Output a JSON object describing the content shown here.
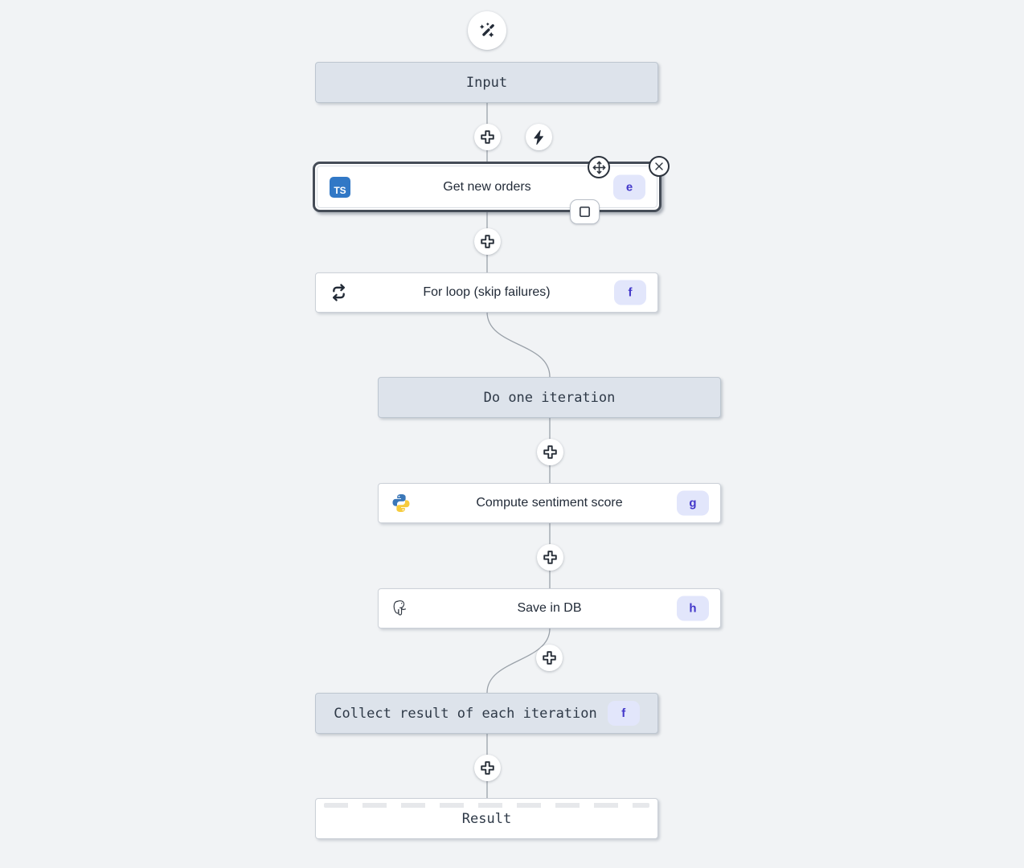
{
  "nodes": {
    "input": {
      "label": "Input"
    },
    "get_new_orders": {
      "label": "Get new orders",
      "badge": "e",
      "icon_text": "TS",
      "selected": true
    },
    "for_loop": {
      "label": "For loop (skip failures)",
      "badge": "f"
    },
    "do_one_iteration": {
      "label": "Do one iteration"
    },
    "compute_sentiment_score": {
      "label": "Compute sentiment score",
      "badge": "g"
    },
    "save_in_db": {
      "label": "Save in DB",
      "badge": "h"
    },
    "collect_result": {
      "label": "Collect result of each iteration",
      "badge": "f"
    },
    "result": {
      "label": "Result"
    }
  },
  "icons": {
    "ai_builder": "magic-wand",
    "insert_step": "plus",
    "trigger": "lightning-bolt",
    "get_new_orders": "typescript",
    "for_loop": "repeat-arrows",
    "compute_sentiment_score": "python",
    "save_in_db": "postgresql-elephant",
    "move_handle": "arrows-move",
    "delete_step": "close-x",
    "expand_toggle": "square-outline"
  },
  "colors": {
    "canvas_bg": "#f1f3f5",
    "virtual_node_bg": "#dde3eb",
    "step_node_bg": "#ffffff",
    "node_border": "#ccd1d8",
    "selected_border": "#454c57",
    "badge_bg": "#e2e6fb",
    "badge_text": "#4338ca",
    "edge": "#9aa1a9",
    "typescript_blue": "#3178c6",
    "python_blue": "#3a77b8",
    "python_yellow": "#f6cb3c"
  }
}
